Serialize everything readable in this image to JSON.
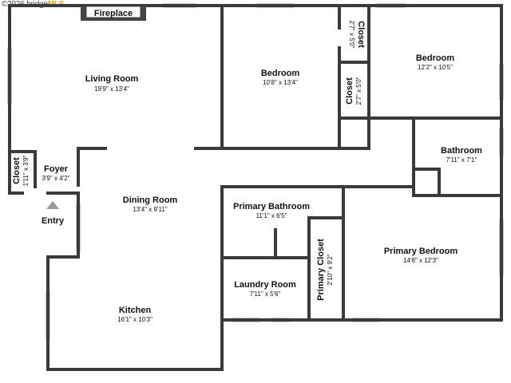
{
  "watermark": {
    "year_brand": "©2026 bridge",
    "mls": "MLS"
  },
  "fireplace": {
    "label": "Fireplace"
  },
  "entry": {
    "label": "Entry"
  },
  "rooms": {
    "living_room": {
      "name": "Living Room",
      "dims": "19'9\" x 13'4\""
    },
    "bedroom_1": {
      "name": "Bedroom",
      "dims": "10'8\" x 13'4\""
    },
    "closet_1": {
      "name": "Closet",
      "dims": "2'7\" x 5'0\""
    },
    "bedroom_2": {
      "name": "Bedroom",
      "dims": "12'2\" x 10'5\""
    },
    "closet_2": {
      "name": "Closet",
      "dims": "2'7\" x 5'0\""
    },
    "bathroom": {
      "name": "Bathroom",
      "dims": "7'11\" x 7'1\""
    },
    "closet_foyer": {
      "name": "Closet",
      "dims": "1'11\" x 3'9\""
    },
    "foyer": {
      "name": "Foyer",
      "dims": "3'9\" x 4'2\""
    },
    "dining_room": {
      "name": "Dining Room",
      "dims": "13'4\" x 9'11\""
    },
    "primary_bathroom": {
      "name": "Primary Bathroom",
      "dims": "11'1\" x 6'5\""
    },
    "laundry_room": {
      "name": "Laundry Room",
      "dims": "7'11\" x 5'6\""
    },
    "primary_closet": {
      "name": "Primary Closet",
      "dims": "2'10\" x 9'2\""
    },
    "primary_bedroom": {
      "name": "Primary Bedroom",
      "dims": "14'8\" x 12'3\""
    },
    "kitchen": {
      "name": "Kitchen",
      "dims": "16'1\" x 10'3\""
    }
  },
  "colors": {
    "wall": "#3a3a3a",
    "fireplace": "#444444",
    "entry_arrow": "#999999",
    "mls_accent": "#d9a400"
  }
}
